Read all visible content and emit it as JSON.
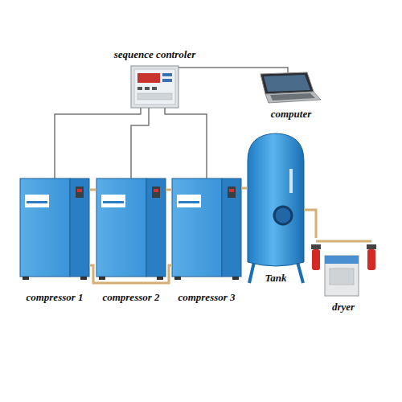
{
  "diagram": {
    "nodes": [
      {
        "text": [
          "sequence controler"
        ]
      },
      {
        "text": [
          "computer"
        ]
      },
      {
        "text": [
          "compressor 1"
        ]
      },
      {
        "text": [
          "compressor 2"
        ]
      },
      {
        "text": [
          "compressor 3"
        ]
      },
      {
        "text": [
          "Tank"
        ]
      },
      {
        "text": [
          "dryer"
        ]
      }
    ],
    "edges": [
      {
        "from": 0,
        "to": 1,
        "arrow": "none"
      },
      {
        "from": 0,
        "to": 2,
        "arrow": "none"
      },
      {
        "from": 0,
        "to": 3,
        "arrow": "none"
      },
      {
        "from": 0,
        "to": 4,
        "arrow": "none"
      },
      {
        "from": 2,
        "to": 3,
        "arrow": "none"
      },
      {
        "from": 3,
        "to": 4,
        "arrow": "none"
      },
      {
        "from": 4,
        "to": 5,
        "arrow": "none"
      },
      {
        "from": 5,
        "to": 6,
        "arrow": "none"
      }
    ]
  }
}
